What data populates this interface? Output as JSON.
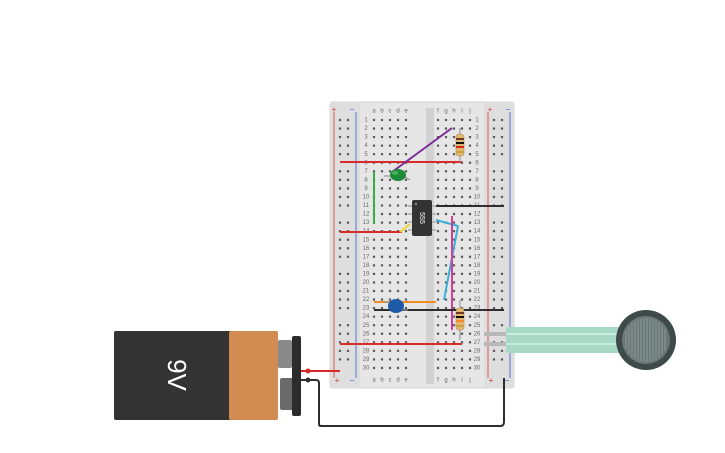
{
  "breadboard": {
    "columns_left": [
      "a",
      "b",
      "c",
      "d",
      "e"
    ],
    "columns_right": [
      "f",
      "g",
      "h",
      "i",
      "j"
    ],
    "row_count": 30,
    "rail_plus": "+",
    "rail_minus": "−"
  },
  "chip": {
    "label": "555"
  },
  "battery": {
    "label": "9V"
  },
  "colors": {
    "board": "#e8e8e8",
    "rail_red": "#d23a32",
    "rail_blue": "#3a5bd2",
    "battery_body": "#333333",
    "battery_cap": "#d28c52",
    "wire_red": "#d82a2a",
    "wire_black": "#2e2e2e",
    "wire_purple": "#7b2c9a",
    "wire_green": "#36b04a",
    "wire_cyan": "#3ab0d8",
    "wire_orange": "#f08a24",
    "wire_magenta": "#d43c9a",
    "wire_yellow": "#f2d22e",
    "led": "#1e8c3a",
    "capacitor": "#1f5aa8",
    "sensor_ribbon": "#a8d8c6",
    "sensor_disc": "#3e4a4a"
  },
  "components": [
    {
      "name": "9v-battery",
      "icon": "battery-icon"
    },
    {
      "name": "555-timer",
      "icon": "ic-chip-icon"
    },
    {
      "name": "green-led",
      "icon": "led-icon"
    },
    {
      "name": "resistor-top",
      "icon": "resistor-icon"
    },
    {
      "name": "resistor-bottom",
      "icon": "resistor-icon"
    },
    {
      "name": "ceramic-capacitor",
      "icon": "capacitor-icon"
    },
    {
      "name": "force-sensor",
      "icon": "force-sensor-icon"
    }
  ]
}
